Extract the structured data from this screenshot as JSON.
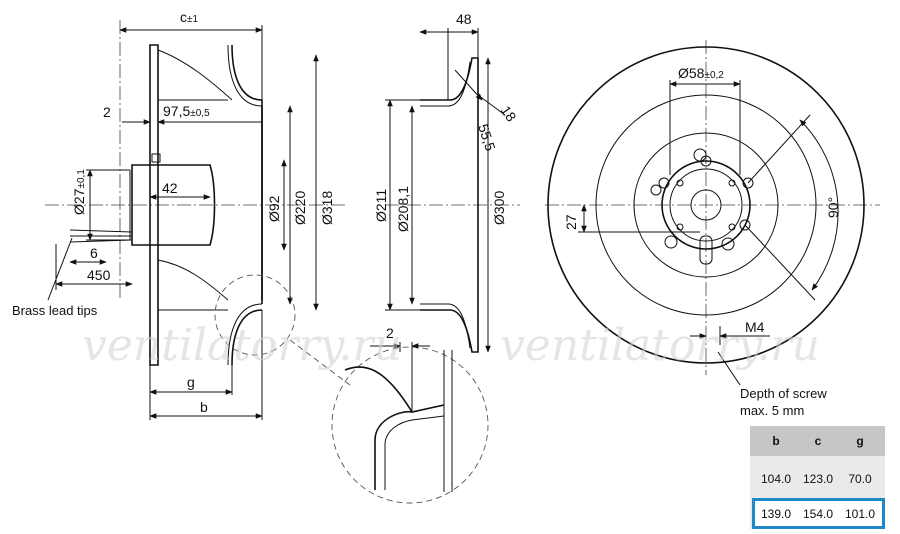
{
  "dimensions": {
    "c_pm1": "c",
    "c_pm1_tol": "±1",
    "two_left": "2",
    "d97": "97,5",
    "d97_tol": "±0,5",
    "d27": "Ø27",
    "d27_tol": "±0,1",
    "d42": "42",
    "d92": "Ø92",
    "d220": "Ø220",
    "d318": "Ø318",
    "d6": "6",
    "d450": "450",
    "g": "g",
    "b": "b",
    "two_detail": "2",
    "d48": "48",
    "d18": "18",
    "d55": "55,5",
    "d211": "Ø211",
    "d208": "Ø208,1",
    "d300": "Ø300",
    "d58": "Ø58",
    "d58_tol": "±0,2",
    "d27_front": "27",
    "d90": "90°",
    "m4": "M4"
  },
  "notes": {
    "brass": "Brass lead tips",
    "screw1": "Depth of screw",
    "screw2": "max. 5 mm"
  },
  "watermark": "ventilatorry.ru",
  "table": {
    "headers": [
      "b",
      "c",
      "g"
    ],
    "rows": [
      [
        "104.0",
        "123.0",
        "70.0"
      ],
      [
        "139.0",
        "154.0",
        "101.0"
      ]
    ],
    "selected_row": 1,
    "selected_color": "#1e88c8"
  }
}
